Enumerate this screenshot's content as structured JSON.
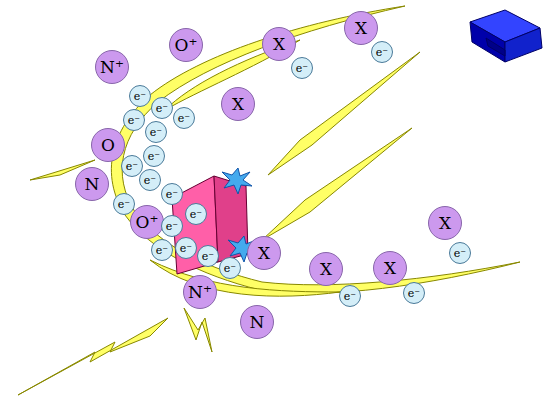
{
  "diagram": {
    "nodes": [
      {
        "text": [
          "N⁺"
        ]
      },
      {
        "text": [
          "O⁺"
        ]
      },
      {
        "text": [
          "X"
        ]
      },
      {
        "text": [
          "X"
        ]
      },
      {
        "text": [
          "X"
        ]
      },
      {
        "text": [
          "O"
        ]
      },
      {
        "text": [
          "N"
        ]
      },
      {
        "text": [
          "O⁺"
        ]
      },
      {
        "text": [
          "X"
        ]
      },
      {
        "text": [
          "X"
        ]
      },
      {
        "text": [
          "X"
        ]
      },
      {
        "text": [
          "X"
        ]
      },
      {
        "text": [
          "N⁺"
        ]
      },
      {
        "text": [
          "N"
        ]
      },
      {
        "text": [
          "e⁻"
        ]
      },
      {
        "text": [
          "e⁻"
        ]
      },
      {
        "text": [
          "e⁻"
        ]
      },
      {
        "text": [
          "e⁻"
        ]
      },
      {
        "text": [
          "e⁻"
        ]
      },
      {
        "text": [
          "e⁻"
        ]
      },
      {
        "text": [
          "e⁻"
        ]
      },
      {
        "text": [
          "e⁻"
        ]
      },
      {
        "text": [
          "e⁻"
        ]
      },
      {
        "text": [
          "e⁻"
        ]
      },
      {
        "text": [
          "e⁻"
        ]
      },
      {
        "text": [
          "e⁻"
        ]
      },
      {
        "text": [
          "e⁻"
        ]
      },
      {
        "text": [
          "e⁻"
        ]
      },
      {
        "text": [
          "e⁻"
        ]
      },
      {
        "text": [
          "e⁻"
        ]
      },
      {
        "text": [
          "e⁻"
        ]
      },
      {
        "text": [
          "e⁻"
        ]
      },
      {
        "text": [
          "e⁻"
        ]
      },
      {
        "text": [
          "e⁻"
        ]
      },
      {
        "text": [
          "e⁻"
        ]
      }
    ]
  }
}
